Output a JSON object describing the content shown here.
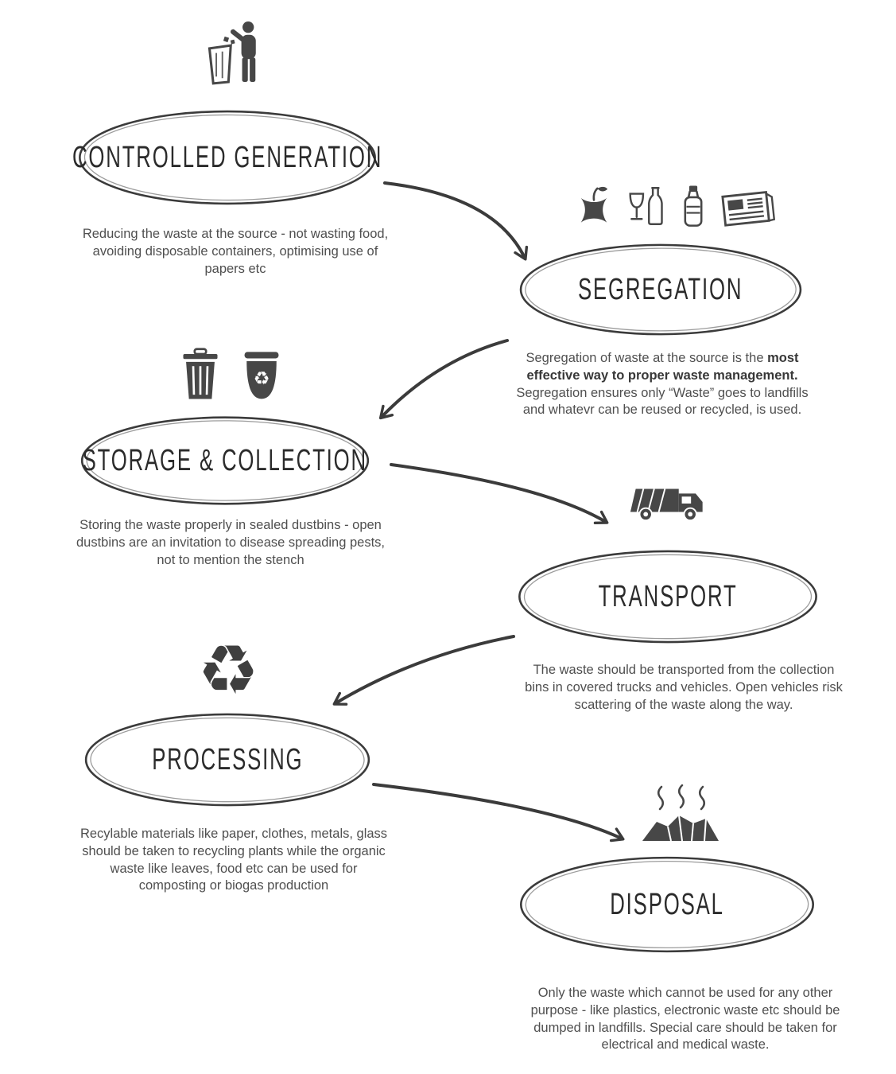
{
  "palette": {
    "ink": "#3b3b3b",
    "icon": "#474747",
    "text": "#4f4f4f",
    "background": "#ffffff"
  },
  "diagram_type": "waste-management-flow",
  "nodes": {
    "controlled_generation": {
      "title": "CONTROLLED GENERATION",
      "description": "Reducing the waste at the source - not wasting food, avoiding disposable containers, optimising use of papers etc"
    },
    "segregation": {
      "title": "SEGREGATION",
      "desc_part1": "Segregation of waste at the source is the ",
      "desc_bold": "most effective way to proper waste management.",
      "desc_part2": " Segregation ensures only “Waste” goes to landfills and whatevr can be reused or recycled, is used."
    },
    "storage_collection": {
      "title": "STORAGE & COLLECTION",
      "description": "Storing the waste properly in sealed dustbins - open dustbins are an invitation to disease spreading pests, not to mention the stench"
    },
    "transport": {
      "title": "TRANSPORT",
      "description": "The waste should be transported from the collection bins in covered trucks and vehicles. Open vehicles risk scattering of the waste along the way."
    },
    "processing": {
      "title": "PROCESSING",
      "description": "Recylable materials like paper, clothes, metals, glass should be taken to recycling plants while the organic waste like leaves, food etc can be used for composting or biogas production"
    },
    "disposal": {
      "title": "DISPOSAL",
      "description": "Only the waste which cannot be used for any other purpose - like plastics, electronic waste etc should be dumped in landfills. Special care should be taken for electrical and medical waste."
    }
  },
  "icons": {
    "controlled_generation": "person-throwing-trash-icon",
    "segregation": [
      "apple-core-icon",
      "wine-glass-and-bottle-icon",
      "water-bottle-icon",
      "newspaper-icon"
    ],
    "storage_collection": [
      "trash-bin-icon",
      "recycle-bin-icon"
    ],
    "transport": "garbage-truck-icon",
    "processing": "recycling-symbol-icon",
    "disposal": "smoking-waste-pile-icon"
  },
  "glyphs": {
    "recycling_symbol": "♻"
  }
}
